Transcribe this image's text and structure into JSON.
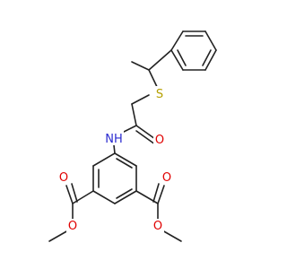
{
  "molecule": {
    "atoms": {
      "sulfur": {
        "symbol": "S",
        "color": "#b5a000"
      },
      "amide_nitrogen": {
        "symbol": "NH",
        "color": "#2a2ad0"
      },
      "amide_oxygen": {
        "symbol": "O",
        "color": "#e00000"
      },
      "ester_left_carbonyl_oxygen": {
        "symbol": "O",
        "color": "#e00000"
      },
      "ester_left_ether_oxygen": {
        "symbol": "O",
        "color": "#e00000"
      },
      "ester_right_carbonyl_oxygen": {
        "symbol": "O",
        "color": "#e00000"
      },
      "ester_right_ether_oxygen": {
        "symbol": "O",
        "color": "#e00000"
      }
    }
  }
}
